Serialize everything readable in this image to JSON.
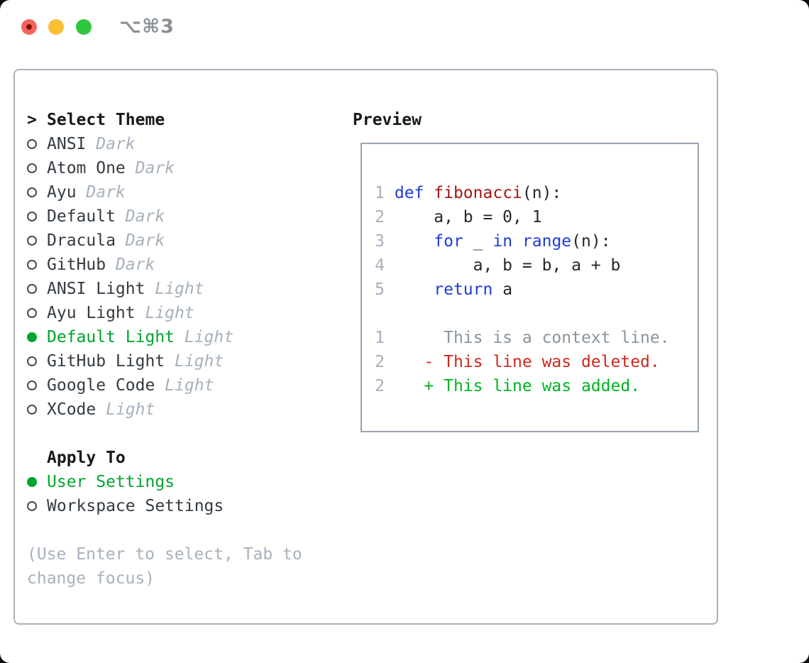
{
  "window": {
    "title": "⌥⌘3"
  },
  "titlebar": {
    "buttons": [
      {
        "name": "close"
      },
      {
        "name": "minimize"
      },
      {
        "name": "zoom"
      }
    ]
  },
  "theme_picker": {
    "cursor": ">",
    "header": "Select Theme",
    "themes": [
      {
        "name": "ANSI",
        "variant": "Dark",
        "selected": false
      },
      {
        "name": "Atom One",
        "variant": "Dark",
        "selected": false
      },
      {
        "name": "Ayu",
        "variant": "Dark",
        "selected": false
      },
      {
        "name": "Default",
        "variant": "Dark",
        "selected": false
      },
      {
        "name": "Dracula",
        "variant": "Dark",
        "selected": false
      },
      {
        "name": "GitHub",
        "variant": "Dark",
        "selected": false
      },
      {
        "name": "ANSI Light",
        "variant": "Light",
        "selected": false
      },
      {
        "name": "Ayu Light",
        "variant": "Light",
        "selected": false
      },
      {
        "name": "Default Light",
        "variant": "Light",
        "selected": true
      },
      {
        "name": "GitHub Light",
        "variant": "Light",
        "selected": false
      },
      {
        "name": "Google Code",
        "variant": "Light",
        "selected": false
      },
      {
        "name": "XCode",
        "variant": "Light",
        "selected": false
      }
    ],
    "apply_to": {
      "header": "Apply To",
      "options": [
        {
          "label": "User Settings",
          "selected": true
        },
        {
          "label": "Workspace Settings",
          "selected": false
        }
      ]
    },
    "hint_lines": [
      "(Use Enter to select, Tab to",
      "change focus)"
    ]
  },
  "preview": {
    "title": "Preview",
    "lines": [
      {
        "num": "1",
        "segments": [
          {
            "text": "def",
            "style": "kw"
          },
          {
            "text": " ",
            "style": "plain"
          },
          {
            "text": "fibonacci",
            "style": "fn"
          },
          {
            "text": "(n):",
            "style": "plain"
          }
        ]
      },
      {
        "num": "2",
        "segments": [
          {
            "text": "    a, b = 0, 1",
            "style": "plain"
          }
        ]
      },
      {
        "num": "3",
        "segments": [
          {
            "text": "    ",
            "style": "plain"
          },
          {
            "text": "for",
            "style": "kw"
          },
          {
            "text": " _ ",
            "style": "plain"
          },
          {
            "text": "in",
            "style": "kw"
          },
          {
            "text": " ",
            "style": "plain"
          },
          {
            "text": "range",
            "style": "kw"
          },
          {
            "text": "(n):",
            "style": "plain"
          }
        ]
      },
      {
        "num": "4",
        "segments": [
          {
            "text": "        a, b = b, a + b",
            "style": "plain"
          }
        ]
      },
      {
        "num": "5",
        "segments": [
          {
            "text": "    ",
            "style": "plain"
          },
          {
            "text": "return",
            "style": "kw"
          },
          {
            "text": " a",
            "style": "plain"
          }
        ]
      },
      {
        "num": "",
        "segments": []
      },
      {
        "num": "1",
        "segments": [
          {
            "text": "     This is a context line.",
            "style": "ctx"
          }
        ]
      },
      {
        "num": "2",
        "segments": [
          {
            "text": "   - This line was deleted.",
            "style": "del"
          }
        ]
      },
      {
        "num": "2",
        "segments": [
          {
            "text": "   + This line was added.",
            "style": "add"
          }
        ]
      }
    ]
  },
  "colors": {
    "selected_green": "#00a52f",
    "keyword_blue": "#1e3cdb",
    "function_red": "#a31515",
    "diff_deleted_red": "#c9291d",
    "diff_added_green": "#00b321",
    "context_gray": "#8a939c",
    "line_number_gray": "#a7b1bc",
    "panel_border_gray": "#a9b2bc",
    "preview_border_gray": "#9aa4b0",
    "hint_gray": "#a7b1bc",
    "variant_gray": "#a7b1bc",
    "name_dark": "#343b42",
    "header_black": "#16191c",
    "code_black": "#23282d",
    "traffic_red": "#f4645c",
    "traffic_red_dot": "#7d130a",
    "traffic_yellow": "#fbbf33",
    "traffic_green": "#2fc73f",
    "title_gray": "#8b9097"
  }
}
